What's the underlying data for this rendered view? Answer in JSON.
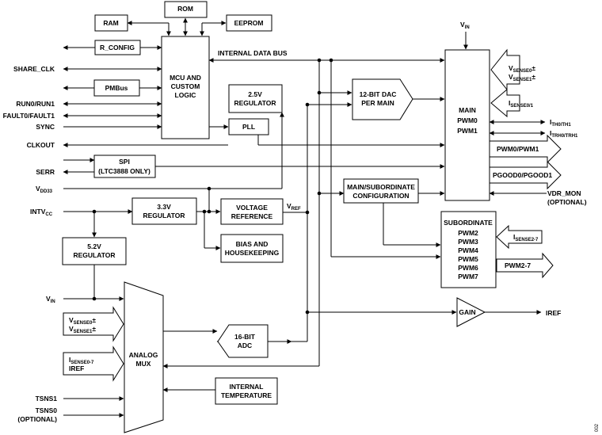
{
  "blocks": {
    "ram": "RAM",
    "rom": "ROM",
    "eeprom": "EEPROM",
    "r_config": "R_CONFIG",
    "pmbus": "PMBus",
    "mcu": [
      "MCU AND",
      "CUSTOM",
      "LOGIC"
    ],
    "regulator_2v5": [
      "2.5V",
      "REGULATOR"
    ],
    "pll": "PLL",
    "spi": [
      "SPI",
      "(LTC3888 ONLY)"
    ],
    "regulator_3v3": [
      "3.3V",
      "REGULATOR"
    ],
    "voltage_reference": [
      "VOLTAGE",
      "REFERENCE"
    ],
    "bias_housekeeping": [
      "BIAS AND",
      "HOUSEKEEPING"
    ],
    "regulator_5v2": [
      "5.2V",
      "REGULATOR"
    ],
    "dac": [
      "12-BIT DAC",
      "PER MAIN"
    ],
    "config": [
      "MAIN/SUBORDINATE",
      "CONFIGURATION"
    ],
    "main": [
      "MAIN",
      "PWM0",
      "PWM1"
    ],
    "subordinate": [
      "SUBORDINATE",
      "PWM2",
      "PWM3",
      "PWM4",
      "PWM5",
      "PWM6",
      "PWM7"
    ],
    "adc": [
      "16-BIT",
      "ADC"
    ],
    "gain": "GAIN",
    "internal_temperature": [
      "INTERNAL",
      "TEMPERATURE"
    ],
    "analog_mux": [
      "ANALOG",
      "MUX"
    ]
  },
  "buses": {
    "internal_data_bus": "INTERNAL DATA BUS"
  },
  "signals": {
    "share_clk": "SHARE_CLK",
    "run": "RUN0/RUN1",
    "fault": "FAULT0/FAULT1",
    "sync": "SYNC",
    "clkout": "CLKOUT",
    "serr": "SERR",
    "vdd33": {
      "main": "V",
      "sub": "DD33"
    },
    "intvcc": {
      "main": "INTV",
      "sub": "CC"
    },
    "vin_left": {
      "main": "V",
      "sub": "IN"
    },
    "vin_top": {
      "main": "V",
      "sub": "IN"
    },
    "vref": {
      "main": "V",
      "sub": "REF"
    },
    "tsns1": "TSNS1",
    "tsns0": [
      "TSNS0",
      "(OPTIONAL)"
    ],
    "iref": "IREF",
    "ith": {
      "main": "I",
      "sub": "TH0/TH1"
    },
    "itrh": {
      "main": "I",
      "sub": "TRH0/TRH1"
    },
    "pwm01": "PWM0/PWM1",
    "pgood": "PGOOD0/PGOOD1",
    "vdr_mon": [
      "VDR_MON",
      "(OPTIONAL)"
    ],
    "pwm27": "PWM2-7"
  },
  "inputs": {
    "vsense0_main": {
      "main": "V",
      "sub": "SENSE0",
      "suffix": "±"
    },
    "vsense1_main": {
      "main": "V",
      "sub": "SENSE1",
      "suffix": "±"
    },
    "isense01": {
      "main": "I",
      "sub": "SENSE0/1"
    },
    "isense27": {
      "main": "I",
      "sub": "SENSE2-7"
    },
    "vsense0_mux": {
      "main": "V",
      "sub": "SENSE0",
      "suffix": "±"
    },
    "vsense1_mux": {
      "main": "V",
      "sub": "SENSE1",
      "suffix": "±"
    },
    "isense07": {
      "main": "I",
      "sub": "SENSE0-7"
    },
    "iref_in": "IREF"
  },
  "figure_id": "002"
}
